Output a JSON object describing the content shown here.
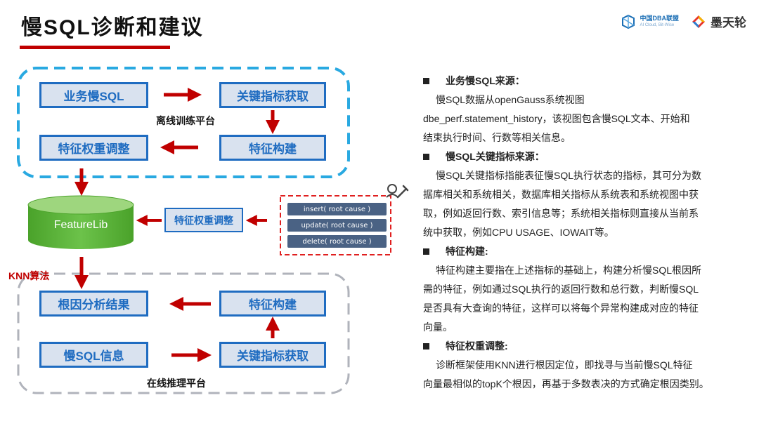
{
  "title": "慢SQL诊断和建议",
  "logos": {
    "dba_main": "中国DBA联盟",
    "dba_sub": "AI Cloud, Bit-Wise",
    "mo": "墨天轮"
  },
  "diagram": {
    "offline_platform": "离线训练平台",
    "online_platform": "在线推理平台",
    "knn_label": "KNN算法",
    "featurelib": "FeatureLib",
    "offline_boxes": {
      "slow_sql": "业务慢SQL",
      "key_metrics": "关键指标获取",
      "feature_build": "特征构建",
      "weight_adjust": "特征权重调整"
    },
    "middle_weight_adjust": "特征权重调整",
    "root_causes": [
      "insert( root cause )",
      "update( root cause )",
      "delete( root cause )"
    ],
    "online_boxes": {
      "root_result": "根因分析结果",
      "feature_build": "特征构建",
      "slow_sql_info": "慢SQL信息",
      "key_metrics": "关键指标获取"
    }
  },
  "sections": [
    {
      "heading": "业务慢SQL来源：",
      "lines": [
        "慢SQL数据从openGauss系统视图",
        "dbe_perf.statement_history，该视图包含慢SQL文本、开始和",
        "结束执行时间、行数等相关信息。"
      ]
    },
    {
      "heading": "慢SQL关键指标来源：",
      "lines": [
        "慢SQL关键指标指能表征慢SQL执行状态的指标，其可分为数",
        "据库相关和系统相关，数据库相关指标从系统表和系统视图中获",
        "取，例如返回行数、索引信息等；系统相关指标则直接从当前系",
        "统中获取，例如CPU USAGE、IOWAIT等。"
      ]
    },
    {
      "heading": "特征构建:",
      "lines": [
        "特征构建主要指在上述指标的基础上，构建分析慢SQL根因所",
        "需的特征，例如通过SQL执行的返回行数和总行数，判断慢SQL",
        "是否具有大查询的特征，这样可以将每个异常构建成对应的特征",
        "向量。"
      ]
    },
    {
      "heading": "特征权重调整:",
      "lines": [
        "诊断框架使用KNN进行根因定位，即找寻与当前慢SQL特征",
        "向量最相似的topK个根因，再基于多数表决的方式确定根因类别。"
      ]
    }
  ],
  "colors": {
    "box_border": "#1f6cc1",
    "box_fill": "#d9e2ef",
    "arrow": "#c00000",
    "offline_dash": "#29a9e1",
    "online_dash": "#b0b3bb",
    "root_dash": "#e02020",
    "featurelib": "#5ab535"
  }
}
